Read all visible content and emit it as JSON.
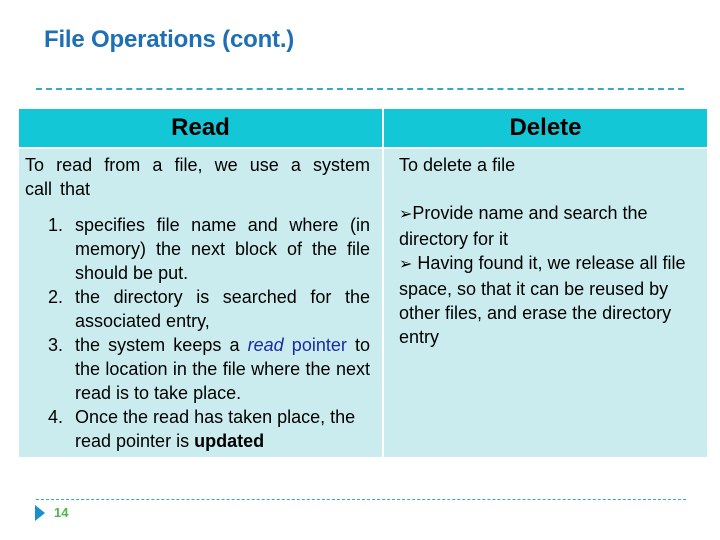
{
  "slide": {
    "title": "File Operations (cont.)",
    "page_number": "14",
    "colors": {
      "title": "#1f6fb5",
      "header_bg": "#13c7d6",
      "cell_bg": "#cbecef",
      "dash_rule": "#3aa6c8",
      "page_marker": "#1a8fcf",
      "page_number": "#4cb84c",
      "highlight_text": "#1a2aa8"
    }
  },
  "table": {
    "headers": [
      "Read",
      "Delete"
    ],
    "read": {
      "intro": "To read from a file, we use a system call that",
      "steps": [
        {
          "number": "1",
          "text": "specifies file name and where (in memory) the next block of the file should be put."
        },
        {
          "number": "2",
          "text": "the directory is searched for the associated entry,"
        },
        {
          "number": "3",
          "before": "the system keeps a ",
          "em": "read",
          "highlight": " pointer",
          "after": " to the location in the file where the next read is to take place."
        },
        {
          "number": "4",
          "before": "Once the read has taken place, the read pointer is ",
          "bold": "updated"
        }
      ]
    },
    "delete": {
      "intro": "To delete a file",
      "bullet_glyph": "➢",
      "bullets": [
        "Provide name and search the directory for it",
        " Having found it, we release all file space, so that it can be reused by other files, and erase the directory entry"
      ]
    }
  }
}
